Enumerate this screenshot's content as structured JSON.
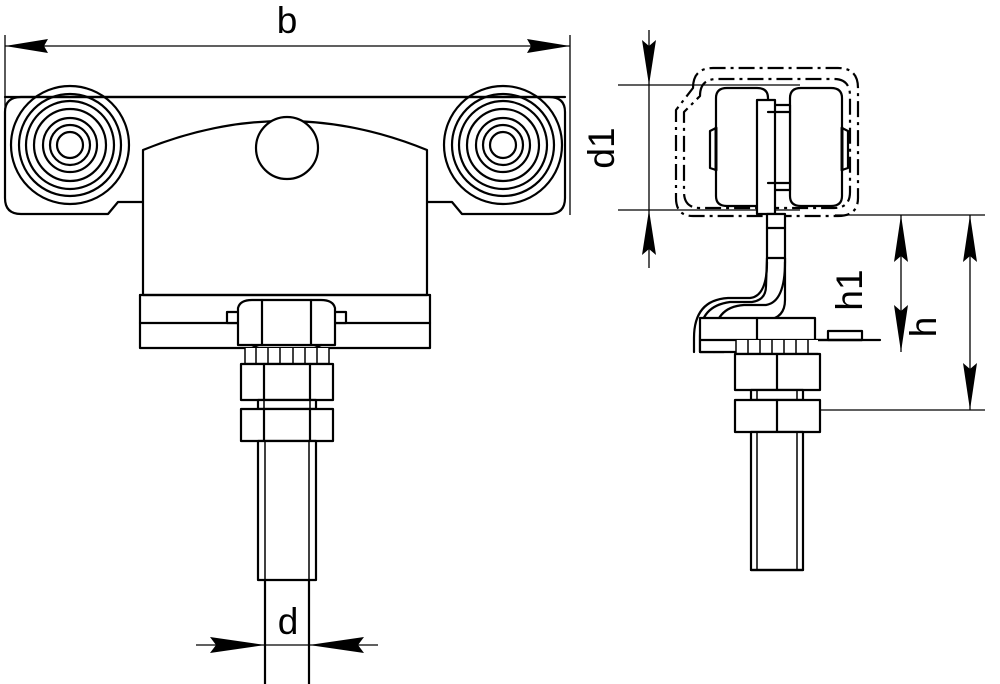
{
  "drawing": {
    "type": "technical-engineering-drawing",
    "subject": "roller trolley / sliding door hanger with threaded stem",
    "views": [
      {
        "name": "front-view",
        "position": "left"
      },
      {
        "name": "side-view",
        "position": "right"
      }
    ],
    "line_color": "#000000",
    "background_color": "#ffffff"
  },
  "dimensions": {
    "b": {
      "label": "b",
      "view": "front-view",
      "orientation": "horizontal",
      "position": "top",
      "description": "overall width across roller plate"
    },
    "d": {
      "label": "d",
      "view": "front-view",
      "orientation": "horizontal",
      "position": "bottom",
      "description": "threaded stem diameter"
    },
    "d1": {
      "label": "d1",
      "view": "side-view",
      "orientation": "vertical",
      "position": "left",
      "description": "roller diameter"
    },
    "h1": {
      "label": "h1",
      "view": "side-view",
      "orientation": "vertical",
      "position": "right",
      "description": "height to bracket underside"
    },
    "h": {
      "label": "h",
      "view": "side-view",
      "orientation": "vertical",
      "position": "far-right",
      "description": "overall height to nut"
    }
  },
  "labels": {
    "b": "b",
    "d": "d",
    "d1": "d1",
    "h1": "h1",
    "h": "h"
  }
}
